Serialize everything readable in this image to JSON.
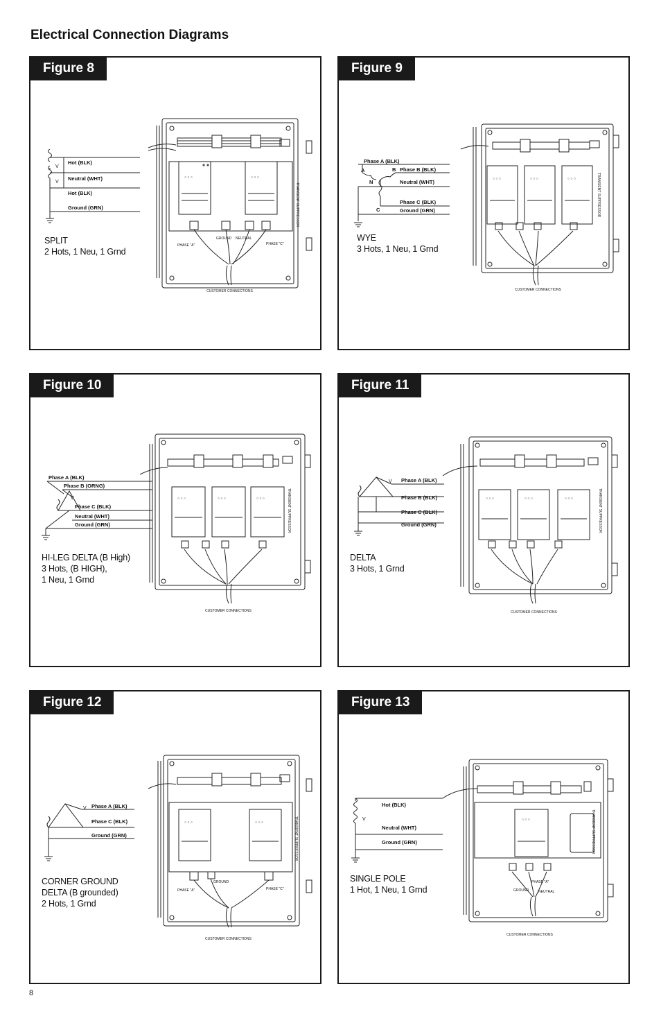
{
  "page_title": "Electrical Connection Diagrams",
  "page_number": "8",
  "label_customer_connections": "CUSTOMER CONNECTIONS",
  "figures": [
    {
      "tag": "Figure 8",
      "caption": [
        "SPLIT",
        "2 Hots, 1 Neu, 1 Grnd"
      ],
      "wires": [
        "Hot (BLK)",
        "Neutral (WHT)",
        "Hot (BLK)",
        "Ground (GRN)"
      ],
      "bottom_labels": [
        "PHASE \"A\"",
        "GROUND",
        "NEUTRAL",
        "PHASE \"C\""
      ]
    },
    {
      "tag": "Figure 9",
      "caption": [
        "WYE",
        "3 Hots, 1 Neu, 1 Grnd"
      ],
      "wires": [
        "Phase A (BLK)",
        "Phase B (BLK)",
        "Neutral (WHT)",
        "Phase C (BLK)",
        "Ground (GRN)"
      ],
      "nodes": [
        "A",
        "B",
        "N",
        "C"
      ]
    },
    {
      "tag": "Figure 10",
      "caption": [
        "HI-LEG DELTA (B High)",
        "3 Hots, (B HIGH),",
        "1 Neu, 1 Grnd"
      ],
      "wires": [
        "Phase A (BLK)",
        "Phase B (ORNG)",
        "Phase C (BLK)",
        "Neutral (WHT)",
        "Ground (GRN)"
      ]
    },
    {
      "tag": "Figure 11",
      "caption": [
        "DELTA",
        "3 Hots, 1 Grnd"
      ],
      "wires": [
        "Phase A (BLK)",
        "Phase B (BLK)",
        "Phase C (BLK)",
        "Ground (GRN)"
      ]
    },
    {
      "tag": "Figure 12",
      "caption": [
        "CORNER GROUND",
        "DELTA (B grounded)",
        "2 Hots, 1 Grnd"
      ],
      "wires": [
        "Phase A (BLK)",
        "Phase C (BLK)",
        "Ground (GRN)"
      ],
      "bottom_labels": [
        "PHASE \"A\"",
        "GROUND",
        "PHASE \"C\""
      ]
    },
    {
      "tag": "Figure 13",
      "caption": [
        "SINGLE POLE",
        "1 Hot, 1 Neu, 1 Grnd"
      ],
      "wires": [
        "Hot (BLK)",
        "Neutral (WHT)",
        "Ground (GRN)"
      ],
      "bottom_labels": [
        "GROUND",
        "PHASE \"A\"",
        "NEUTRAL"
      ]
    }
  ]
}
